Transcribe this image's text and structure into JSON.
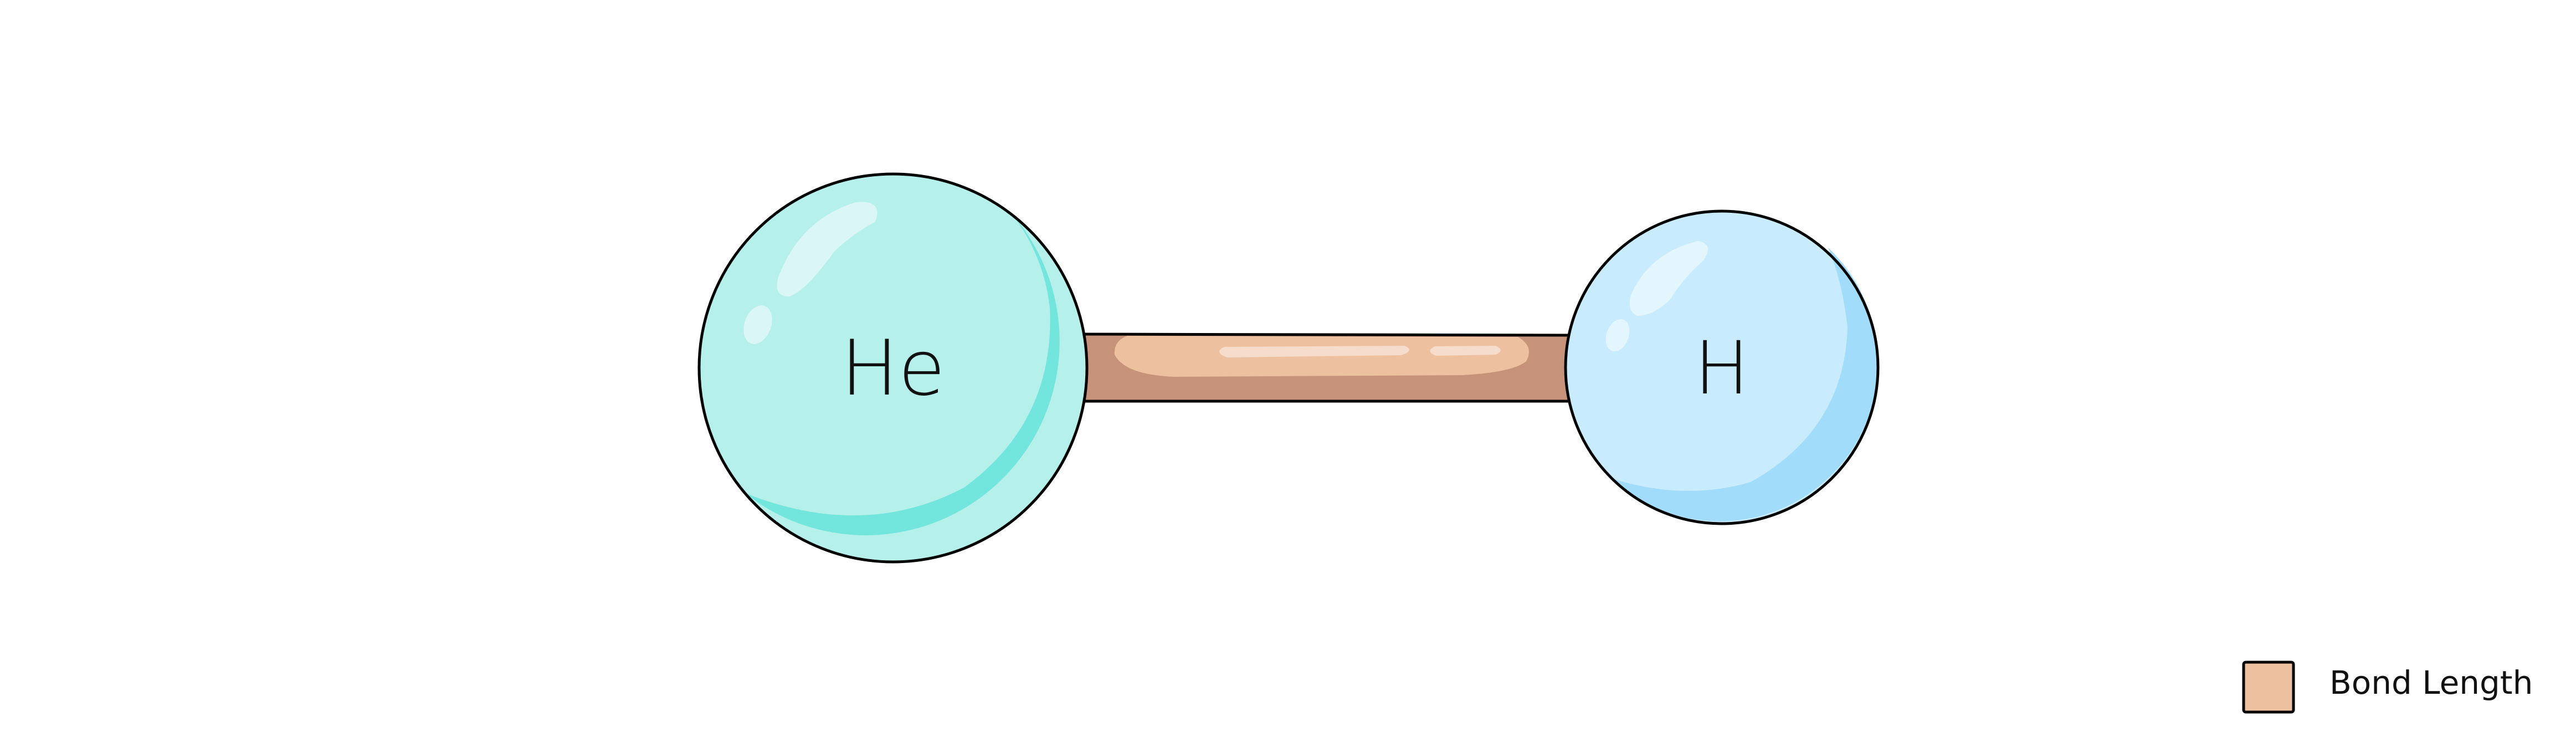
{
  "molecule": {
    "atoms": [
      {
        "symbol": "He",
        "fill": "#b5f0eb",
        "shade": "#72e5dc"
      },
      {
        "symbol": "H",
        "fill": "#c8ebfd",
        "shade": "#a2dcfb"
      }
    ],
    "bond": {
      "fill": "#c6937a",
      "highlight": "#edc0a0",
      "shine": "#f6dccb"
    }
  },
  "legend": {
    "label": "Bond Length",
    "swatch_color": "#edc09f"
  },
  "outline_color": "#000000"
}
